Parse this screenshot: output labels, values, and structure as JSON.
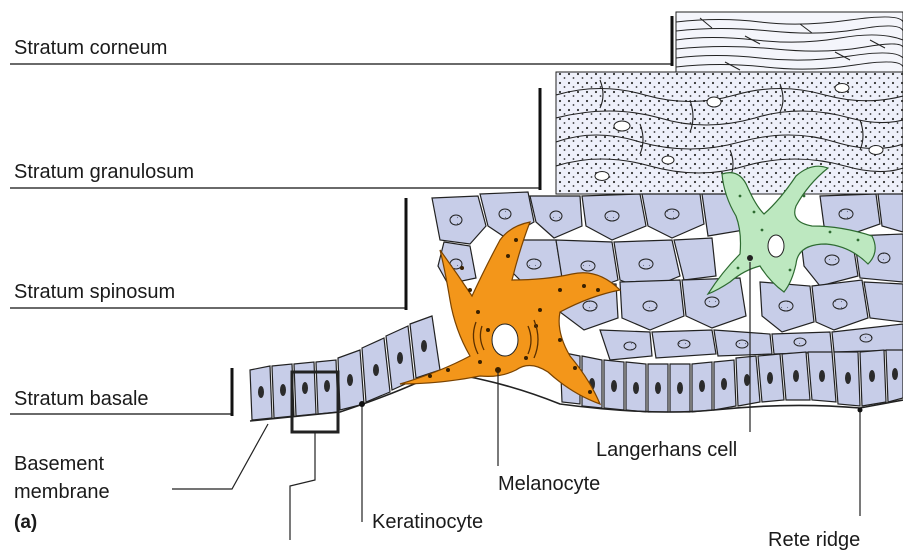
{
  "layers": [
    {
      "id": "corneum",
      "label": "Stratum corneum"
    },
    {
      "id": "granulosum",
      "label": "Stratum granulosum"
    },
    {
      "id": "spinosum",
      "label": "Stratum spinosum"
    },
    {
      "id": "basale",
      "label": "Stratum basale"
    }
  ],
  "callouts": {
    "basement_line1": "Basement",
    "basement_line2": "membrane",
    "keratinocyte": "Keratinocyte",
    "melanocyte": "Melanocyte",
    "langerhans": "Langerhans cell",
    "rete": "Rete ridge"
  },
  "panel_letter": "(a)",
  "colors": {
    "cell_fill": "#c9cfe8",
    "granular_fill": "#eceffa",
    "corneum_fill": "#f3f4fb",
    "melanocyte": "#f39a1e",
    "langerhans": "#bfe8c2",
    "outline": "#222222"
  }
}
